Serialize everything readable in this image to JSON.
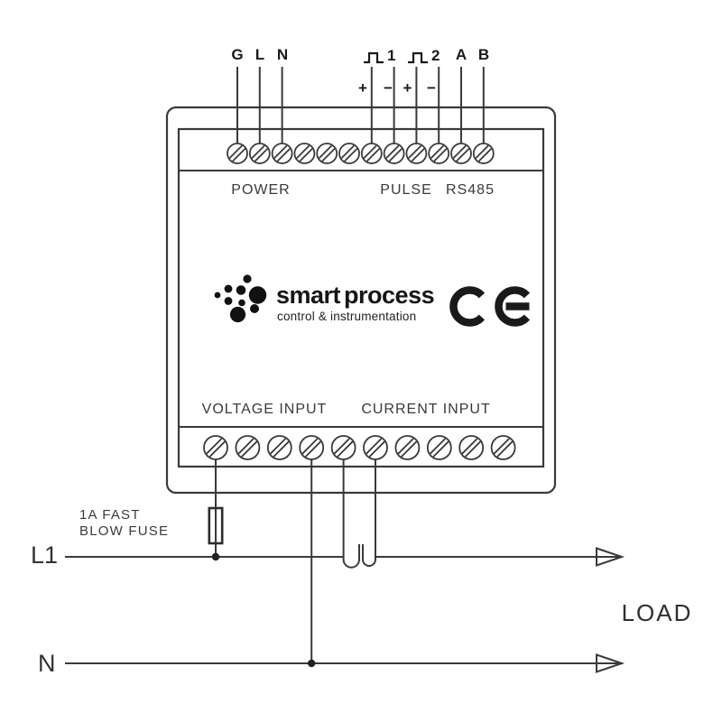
{
  "device": {
    "top_terminals": {
      "count": 12,
      "labels": {
        "g": "G",
        "l": "L",
        "n": "N",
        "pulse1": "1",
        "pulse2": "2",
        "a": "A",
        "b": "B"
      },
      "polarity": {
        "pulse1_plus": "+",
        "pulse1_minus": "−",
        "pulse2_plus": "+",
        "pulse2_minus": "−"
      }
    },
    "top_strip": {
      "power_label": "POWER",
      "pulse_label": "PULSE",
      "rs485_label": "RS485"
    },
    "brand": {
      "logo_text_1": "smart",
      "logo_text_2": "process",
      "tagline": "control & instrumentation"
    },
    "certification": "CE",
    "bottom_strip": {
      "count": 10,
      "voltage_label": "VOLTAGE INPUT",
      "current_label": "CURRENT INPUT"
    }
  },
  "wiring": {
    "fuse_note_line1": "1A FAST",
    "fuse_note_line2": "BLOW FUSE",
    "line_label": "L1",
    "neutral_label": "N",
    "load_label": "LOAD"
  },
  "colors": {
    "stroke": "#3a3a3a",
    "text": "#333333",
    "bold_text": "#1a1a1a",
    "background": "#ffffff"
  }
}
